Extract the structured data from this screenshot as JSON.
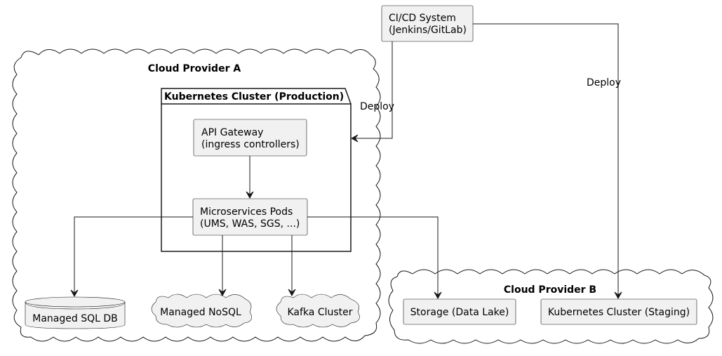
{
  "cloud_a": {
    "title": "Cloud Provider A"
  },
  "cloud_b": {
    "title": "Cloud Provider B"
  },
  "k8s_prod": {
    "title": "Kubernetes Cluster (Production)"
  },
  "cicd": {
    "line1": "CI/CD System",
    "line2": "(Jenkins/GitLab)"
  },
  "api_gateway": {
    "line1": "API Gateway",
    "line2": "(ingress controllers)"
  },
  "microservices": {
    "line1": "Microservices Pods",
    "line2": "(UMS, WAS, SGS, ...)"
  },
  "managed_sql": {
    "label": "Managed SQL DB"
  },
  "managed_nosql": {
    "label": "Managed NoSQL"
  },
  "kafka": {
    "label": "Kafka Cluster"
  },
  "storage": {
    "label": "Storage (Data Lake)"
  },
  "k8s_staging": {
    "label": "Kubernetes Cluster (Staging)"
  },
  "edges": {
    "deploy_prod": "Deploy",
    "deploy_staging": "Deploy"
  }
}
